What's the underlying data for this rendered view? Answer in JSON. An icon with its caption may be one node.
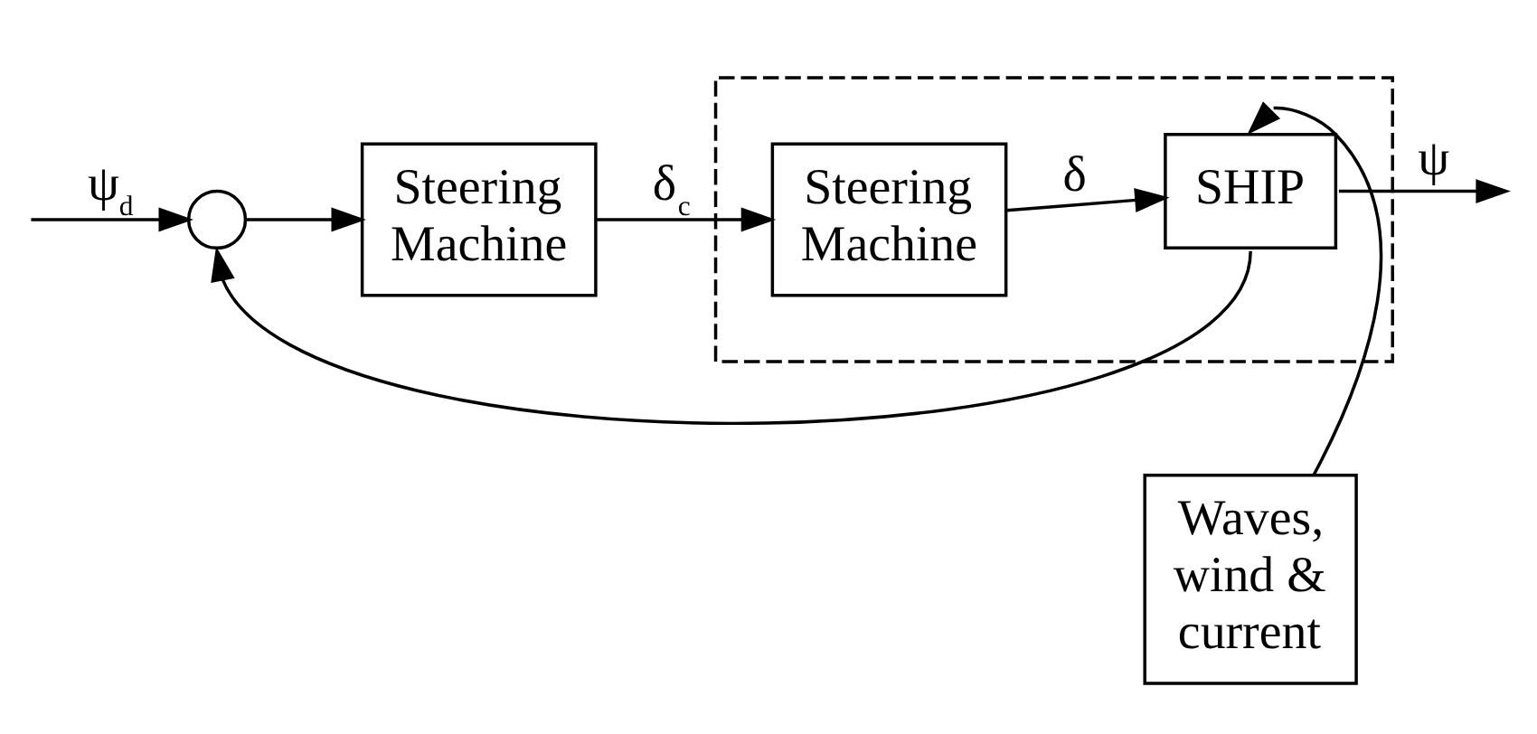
{
  "diagram": {
    "nodes": [
      {
        "text": [
          "Waves, wind & current"
        ]
      },
      {
        "text": [],
        "shape": "circle"
      },
      {
        "text": [
          "Steering Machine"
        ]
      },
      {
        "text": [],
        "shape": "box"
      },
      {
        "text": [
          "Steering Machine"
        ],
        "in": 3
      },
      {
        "text": [
          "SHIP"
        ],
        "in": 3
      }
    ],
    "edges": [
      {
        "from": null,
        "to": 1,
        "arrow": "to",
        "label": "ψ$_{d}$"
      },
      {
        "from": 1,
        "to": 2,
        "arrow": "to"
      },
      {
        "from": 2,
        "to": 4,
        "arrow": "to",
        "label": "δ$_{c}$"
      },
      {
        "from": 4,
        "to": 5,
        "arrow": "to",
        "label": "δ"
      },
      {
        "from": 0,
        "to": 5,
        "arrow": "to"
      },
      {
        "from": 5,
        "to": null,
        "arrow": "to",
        "label": "ψ"
      },
      {
        "from": 5,
        "to": 1,
        "arrow": "to"
      }
    ]
  }
}
